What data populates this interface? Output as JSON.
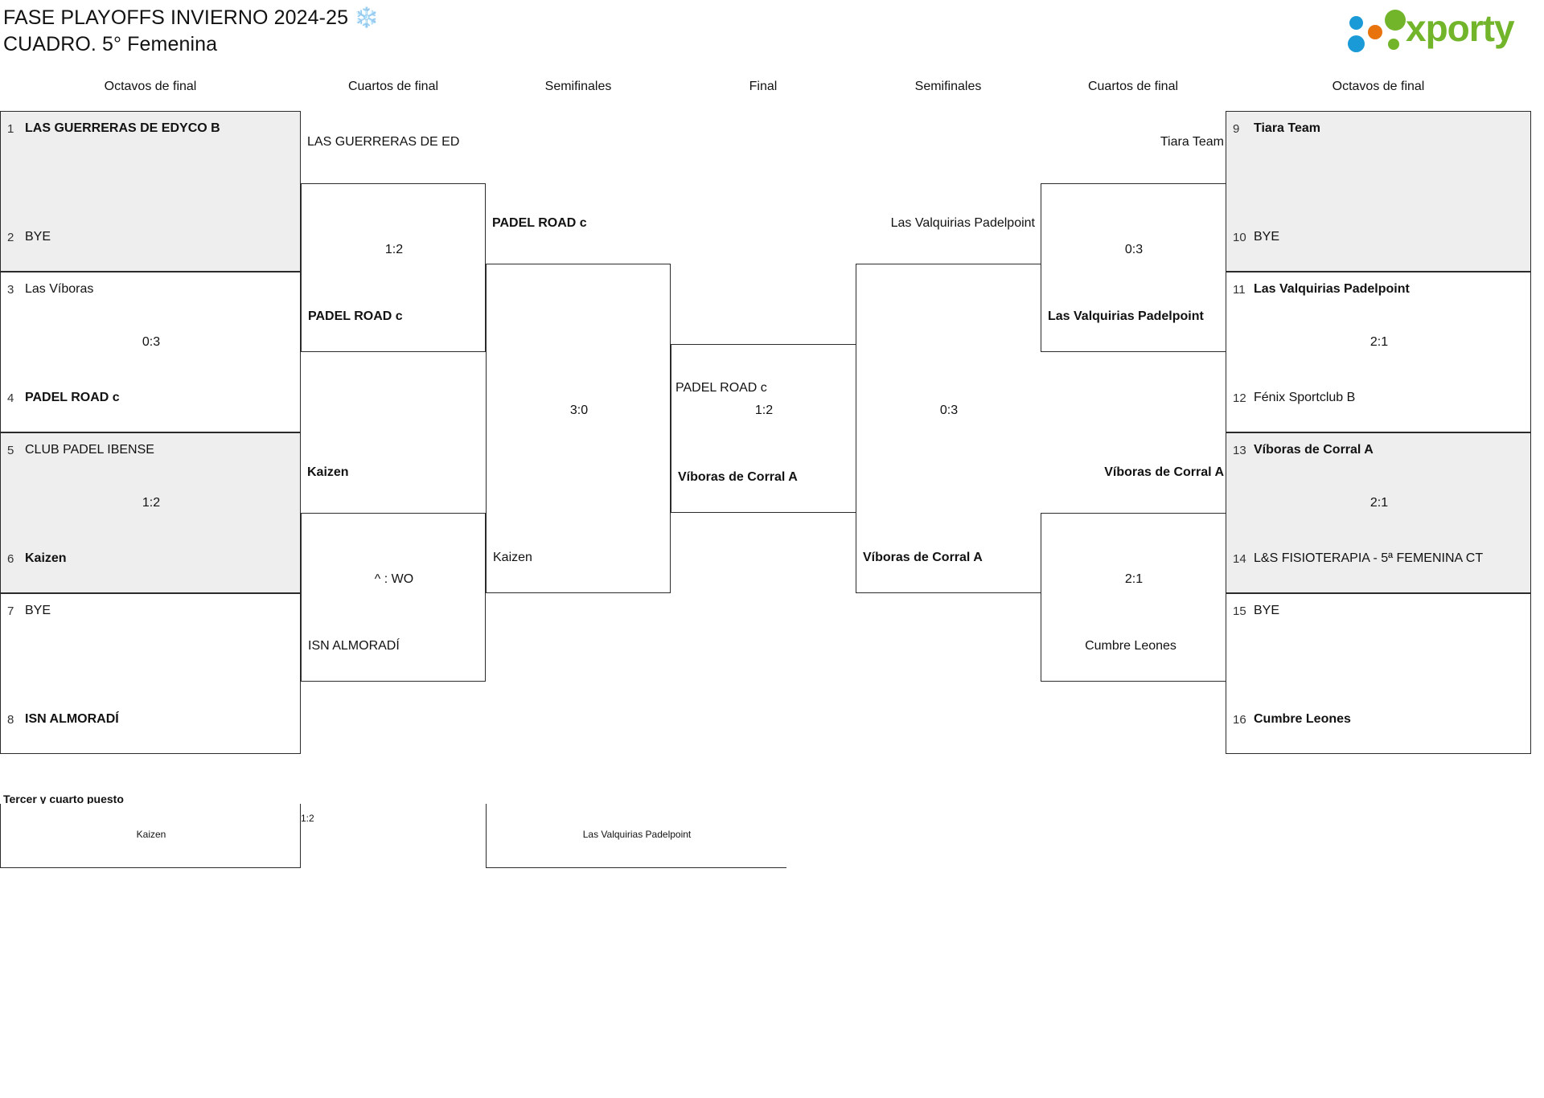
{
  "header": {
    "title_line1": "FASE PLAYOFFS INVIERNO 2024-25 ❄️",
    "title_line2": "CUADRO. 5° Femenina",
    "logo_text": "xporty",
    "logo_colors": {
      "green": "#72b52a",
      "blue": "#1a9ad7",
      "orange": "#e8720c"
    }
  },
  "round_labels": {
    "left_r16": "Octavos de final",
    "left_qf": "Cuartos de final",
    "left_sf": "Semifinales",
    "final": "Final",
    "right_sf": "Semifinales",
    "right_qf": "Cuartos de final",
    "right_r16": "Octavos de final"
  },
  "left": {
    "r16": [
      {
        "seeds": [
          "1",
          "2"
        ],
        "teams": [
          "LAS GUERRERAS DE EDYCO B",
          "BYE"
        ],
        "winner": 0,
        "score": "",
        "shaded": true
      },
      {
        "seeds": [
          "3",
          "4"
        ],
        "teams": [
          "Las Víboras",
          "PADEL ROAD c"
        ],
        "winner": 1,
        "score": "0:3",
        "shaded": false
      },
      {
        "seeds": [
          "5",
          "6"
        ],
        "teams": [
          "CLUB PADEL IBENSE",
          "Kaizen"
        ],
        "winner": 1,
        "score": "1:2",
        "shaded": true
      },
      {
        "seeds": [
          "7",
          "8"
        ],
        "teams": [
          "BYE",
          "ISN ALMORADÍ"
        ],
        "winner": 1,
        "score": "",
        "shaded": false
      }
    ],
    "qf": [
      {
        "teams": [
          "LAS GUERRERAS DE ED",
          "PADEL ROAD c"
        ],
        "winner": 1,
        "score": "1:2"
      },
      {
        "teams": [
          "Kaizen",
          "ISN ALMORADÍ"
        ],
        "winner": 0,
        "score": "^ : WO"
      }
    ],
    "sf": [
      {
        "teams": [
          "PADEL ROAD c",
          "Kaizen"
        ],
        "winner": 0,
        "score": "3:0"
      }
    ]
  },
  "final": {
    "teams": [
      "PADEL ROAD c",
      "Víboras de Corral A"
    ],
    "winner": 1,
    "score": "1:2"
  },
  "right": {
    "r16": [
      {
        "seeds": [
          "9",
          "10"
        ],
        "teams": [
          "Tiara Team",
          "BYE"
        ],
        "winner": 0,
        "score": "",
        "shaded": true
      },
      {
        "seeds": [
          "11",
          "12"
        ],
        "teams": [
          "Las Valquirias Padelpoint",
          "Fénix Sportclub B"
        ],
        "winner": 0,
        "score": "2:1",
        "shaded": false
      },
      {
        "seeds": [
          "13",
          "14"
        ],
        "teams": [
          "Víboras de Corral A",
          "L&S FISIOTERAPIA - 5ª FEMENINA CT"
        ],
        "winner": 0,
        "score": "2:1",
        "shaded": true
      },
      {
        "seeds": [
          "15",
          "16"
        ],
        "teams": [
          "BYE",
          "Cumbre Leones"
        ],
        "winner": 1,
        "score": "",
        "shaded": false
      }
    ],
    "qf": [
      {
        "teams": [
          "Tiara Team",
          "Las Valquirias Padelpoint"
        ],
        "winner": 1,
        "score": "0:3"
      },
      {
        "teams": [
          "Víboras de Corral A",
          "Cumbre Leones"
        ],
        "winner": 0,
        "score": "2:1"
      }
    ],
    "sf": [
      {
        "teams": [
          "Las Valquirias Padelpoint",
          "Víboras de Corral A"
        ],
        "winner": 1,
        "score": "0:3"
      }
    ]
  },
  "third_place": {
    "title": "Tercer y cuarto puesto",
    "teams": [
      "Kaizen",
      "Las Valquirias Padelpoint"
    ],
    "score": "1:2"
  }
}
